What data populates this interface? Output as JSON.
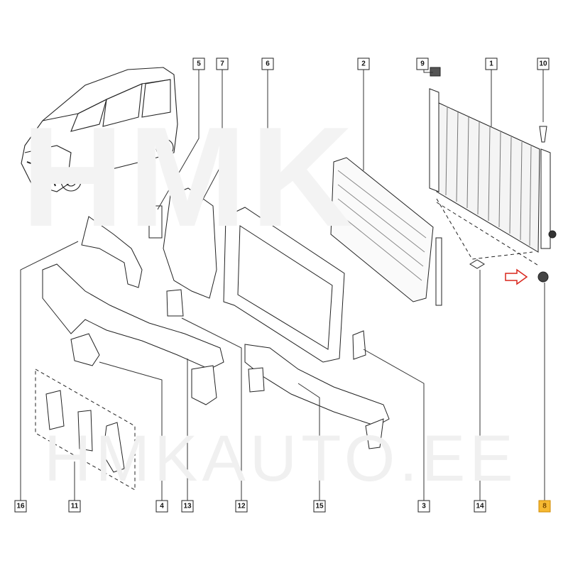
{
  "watermark": {
    "top": "HMK",
    "bottom": "HMKAUTO.EE"
  },
  "callouts": {
    "c5": "5",
    "c7": "7",
    "c6": "6",
    "c2": "2",
    "c9": "9",
    "c1": "1",
    "c10": "10",
    "c16": "16",
    "c11": "11",
    "c4": "4",
    "c13": "13",
    "c12": "12",
    "c15": "15",
    "c3": "3",
    "c14": "14",
    "c8": "8"
  },
  "colors": {
    "highlight": "#f6b932",
    "arrow": "#d9261c",
    "line": "#222222"
  }
}
